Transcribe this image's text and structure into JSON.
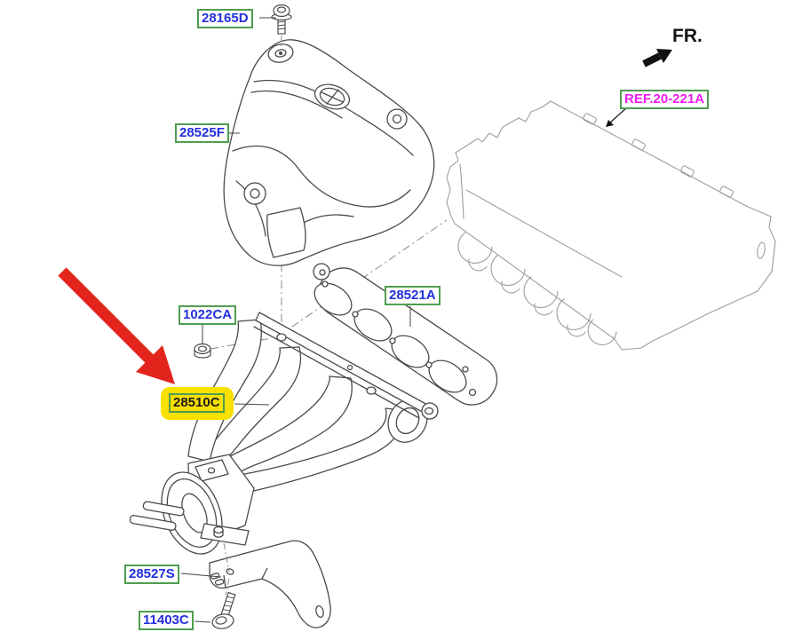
{
  "page": {
    "background": "#ffffff",
    "type": "parts-exploded-diagram"
  },
  "direction_indicator": {
    "label": "FR."
  },
  "part_labels": {
    "p28165D": "28165D",
    "p28525F": "28525F",
    "ref20221A": "REF.20-221A",
    "p28521A": "28521A",
    "p1022CA": "1022CA",
    "p28510C": "28510C",
    "p28527S": "28527S",
    "p11403C": "11403C"
  },
  "highlight": {
    "highlighted_part": "28510C",
    "highlight_color": "#f8e000",
    "pointer_arrow_color": "#e2251c"
  },
  "colors": {
    "part_number_text": "#2330dd",
    "label_border": "#4f9d4f",
    "reference_text": "#ee1cee",
    "line_art": "#4a4a4a",
    "ghost_part": "#9e9e9e",
    "centerline": "#888888"
  }
}
